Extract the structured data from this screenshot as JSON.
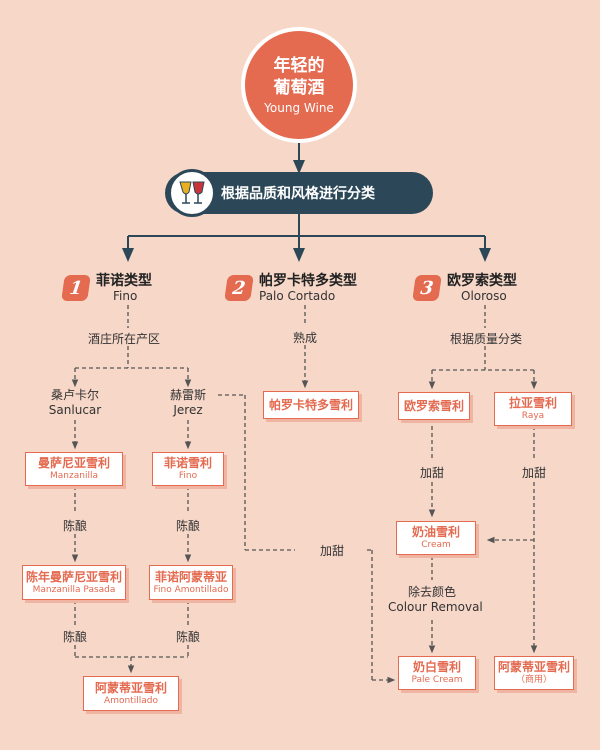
{
  "root": {
    "zh_line1": "年轻的",
    "zh_line2": "葡萄酒",
    "en": "Young Wine"
  },
  "banner": {
    "label": "根据品质和风格进行分类"
  },
  "categories": [
    {
      "num": "1",
      "zh": "菲诺类型",
      "en": "Fino"
    },
    {
      "num": "2",
      "zh": "帕罗卡特多类型",
      "en": "Palo Cortado"
    },
    {
      "num": "3",
      "zh": "欧罗索类型",
      "en": "Oloroso"
    }
  ],
  "labels": {
    "region": "酒庄所在产区",
    "sanlucar_zh": "桑卢卡尔",
    "sanlucar_en": "Sanlucar",
    "jerez_zh": "赫雷斯",
    "jerez_en": "Jerez",
    "aging1": "陈酿",
    "aging2": "陈酿",
    "aging3": "陈酿",
    "aging4": "陈酿",
    "mature": "熟成",
    "by_quality": "根据质量分类",
    "sweeten_center": "加甜",
    "sweeten_oloroso": "加甜",
    "sweeten_raya": "加甜",
    "colour_zh": "除去颜色",
    "colour_en": "Colour Removal"
  },
  "boxes": {
    "manzanilla": {
      "zh": "曼萨尼亚雪利",
      "en": "Manzanilla"
    },
    "fino": {
      "zh": "菲诺雪利",
      "en": "Fino"
    },
    "manzanilla_pasada": {
      "zh": "陈年曼萨尼亚雪利",
      "en": "Manzanilla Pasada"
    },
    "fino_amontillado": {
      "zh": "菲诺阿蒙蒂亚",
      "en": "Fino  Amontillado"
    },
    "amontillado": {
      "zh": "阿蒙蒂亚雪利",
      "en": "Amontillado"
    },
    "palo_cortado": {
      "zh": "帕罗卡特多雪利",
      "en": ""
    },
    "oloroso": {
      "zh": "欧罗索雪利",
      "en": ""
    },
    "raya": {
      "zh": "拉亚雪利",
      "en": "Raya"
    },
    "cream": {
      "zh": "奶油雪利",
      "en": "Cream"
    },
    "pale_cream": {
      "zh": "奶白雪利",
      "en": "Pale Cream"
    },
    "amontillado_commercial": {
      "zh": "阿蒙蒂亚雪利",
      "en": "（商用）"
    }
  },
  "colors": {
    "accent": "#e46a50",
    "dark": "#2c4858",
    "background": "#f6d7c8"
  }
}
